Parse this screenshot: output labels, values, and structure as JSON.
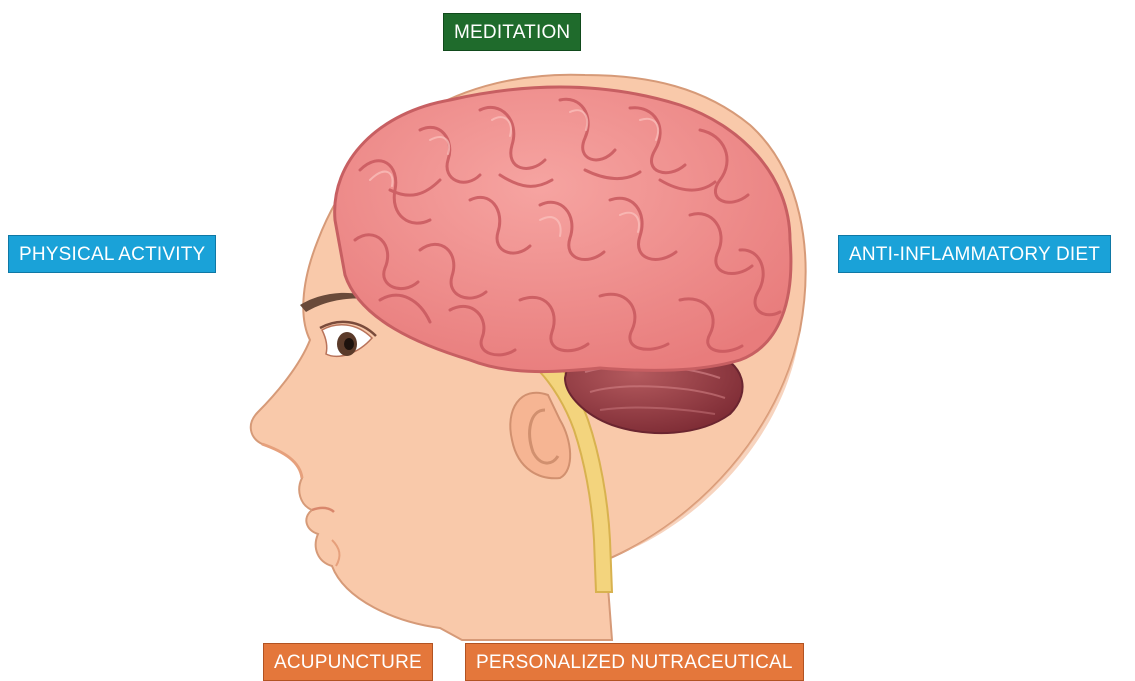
{
  "labels": {
    "meditation": "MEDITATION",
    "physical_activity": "PHYSICAL ACTIVITY",
    "anti_inflammatory_diet": "ANTI-INFLAMMATORY DIET",
    "acupuncture": "ACUPUNCTURE",
    "personalized_nutraceutical": "PERSONALIZED NUTRACEUTICAL"
  },
  "colors": {
    "green_tag": "#1f6b2c",
    "blue_tag": "#1aa2d8",
    "orange_tag": "#e4773b",
    "skin": "#f9c7a7",
    "brain": "#f08a8a",
    "cerebellum": "#9c3d44",
    "spinal_cord": "#f2d57e"
  }
}
